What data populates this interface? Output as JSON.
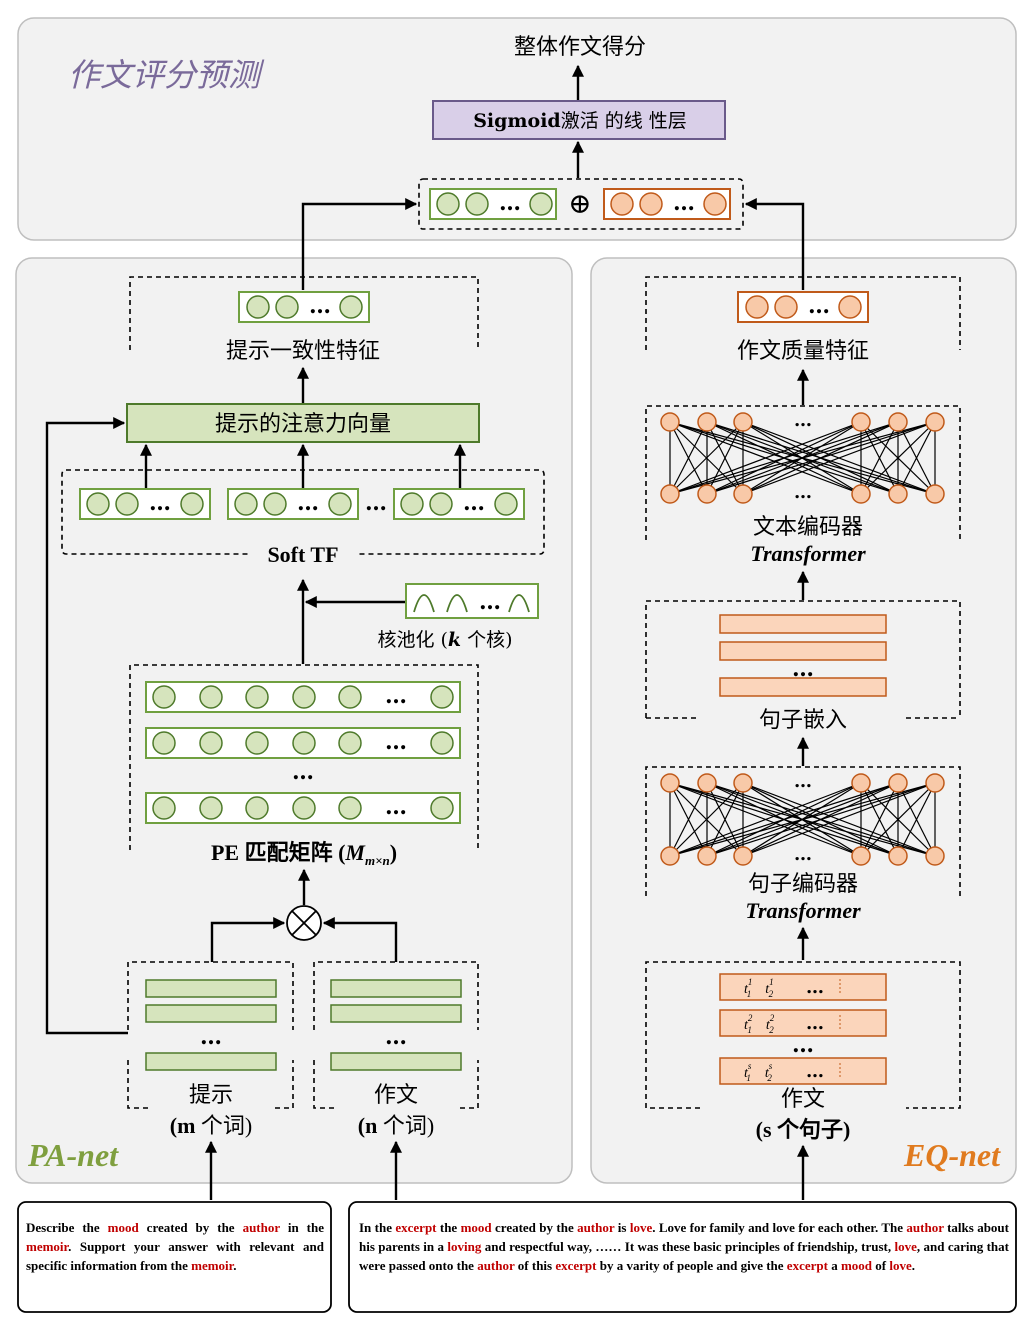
{
  "top": {
    "panel_title": "作文评分预测",
    "output_label": "整体作文得分",
    "linear_layer_bold": "Sigmoid",
    "linear_layer_rest": "激活 的线 性层",
    "concat_symbol": "⊕"
  },
  "pa_net": {
    "name": "PA-net",
    "feature_label": "提示一致性特征",
    "attention_label": "提示的注意力向量",
    "soft_tf_label": "Soft TF",
    "kernel_label_a": "核池化 (",
    "kernel_label_k": "k",
    "kernel_label_b": " 个核)",
    "match_label_a": "PE 匹配矩阵 (",
    "match_label_M": "M",
    "match_label_sub": "m×n",
    "match_label_b": ")",
    "multiply_symbol": "⊗",
    "prompt_label": "提示",
    "prompt_count_a": "(m",
    "prompt_count_b": " 个词)",
    "essay_label": "作文",
    "essay_count_a": "(n",
    "essay_count_b": " 个词)",
    "ellipsis": "…",
    "dots": "…"
  },
  "eq_net": {
    "name": "EQ-net",
    "feature_label": "作文质量特征",
    "doc_encoder_label": "文本编码器",
    "transformer_label": "Transformer",
    "sentence_embed_label": "句子嵌入",
    "sentence_encoder_label": "句子编码器",
    "essay_label": "作文",
    "essay_count": "(s 个句子)",
    "ellipsis": "…",
    "token_rows": [
      {
        "t1": "t",
        "s1": "1",
        "p1": "1",
        "t2": "t",
        "s2": "2",
        "p2": "1"
      },
      {
        "t1": "t",
        "s1": "1",
        "p1": "2",
        "t2": "t",
        "s2": "2",
        "p2": "2"
      },
      {
        "t1": "t",
        "s1": "1",
        "p1": "s",
        "t2": "t",
        "s2": "2",
        "p2": "s"
      }
    ]
  },
  "prompt_text": [
    {
      "t": "Describe the ",
      "h": false
    },
    {
      "t": "mood",
      "h": true
    },
    {
      "t": " created by the ",
      "h": false
    },
    {
      "t": "author",
      "h": true
    },
    {
      "t": " in the ",
      "h": false
    },
    {
      "t": "memoir",
      "h": true
    },
    {
      "t": ". Support your answer with relevant and specific information from the ",
      "h": false
    },
    {
      "t": "memoir",
      "h": true
    },
    {
      "t": ".",
      "h": false
    }
  ],
  "essay_text": [
    {
      "t": "In the ",
      "h": false
    },
    {
      "t": "excerpt",
      "h": true
    },
    {
      "t": " the ",
      "h": false
    },
    {
      "t": "mood",
      "h": true
    },
    {
      "t": " created by the ",
      "h": false
    },
    {
      "t": "author",
      "h": true
    },
    {
      "t": " is ",
      "h": false
    },
    {
      "t": "love",
      "h": true
    },
    {
      "t": ". Love for family and love for each other. The ",
      "h": false
    },
    {
      "t": "author",
      "h": true
    },
    {
      "t": " talks about his parents in a ",
      "h": false
    },
    {
      "t": "loving",
      "h": true
    },
    {
      "t": " and respectful way, …… It was these basic principles of friendship, trust, ",
      "h": false
    },
    {
      "t": "love",
      "h": true
    },
    {
      "t": ", and caring that were passed onto the ",
      "h": false
    },
    {
      "t": "author",
      "h": true
    },
    {
      "t": " of this ",
      "h": false
    },
    {
      "t": "excerpt",
      "h": true
    },
    {
      "t": " by a varity of people and give the ",
      "h": false
    },
    {
      "t": "excerpt",
      "h": true
    },
    {
      "t": " a ",
      "h": false
    },
    {
      "t": "mood",
      "h": true
    },
    {
      "t": " of ",
      "h": false
    },
    {
      "t": "love",
      "h": true
    },
    {
      "t": ".",
      "h": false
    }
  ],
  "colors": {
    "green_fill": "#d6e4bd",
    "green_stroke": "#4e7a2b",
    "orange_fill": "#f8c9a8",
    "orange_stroke": "#c05a1a",
    "pa_title": "#7f9f3f",
    "eq_title": "#e07b1f",
    "top_title": "#7a6a9a",
    "linear_fill": "#d9cfe8",
    "highlight": "#c00000"
  }
}
